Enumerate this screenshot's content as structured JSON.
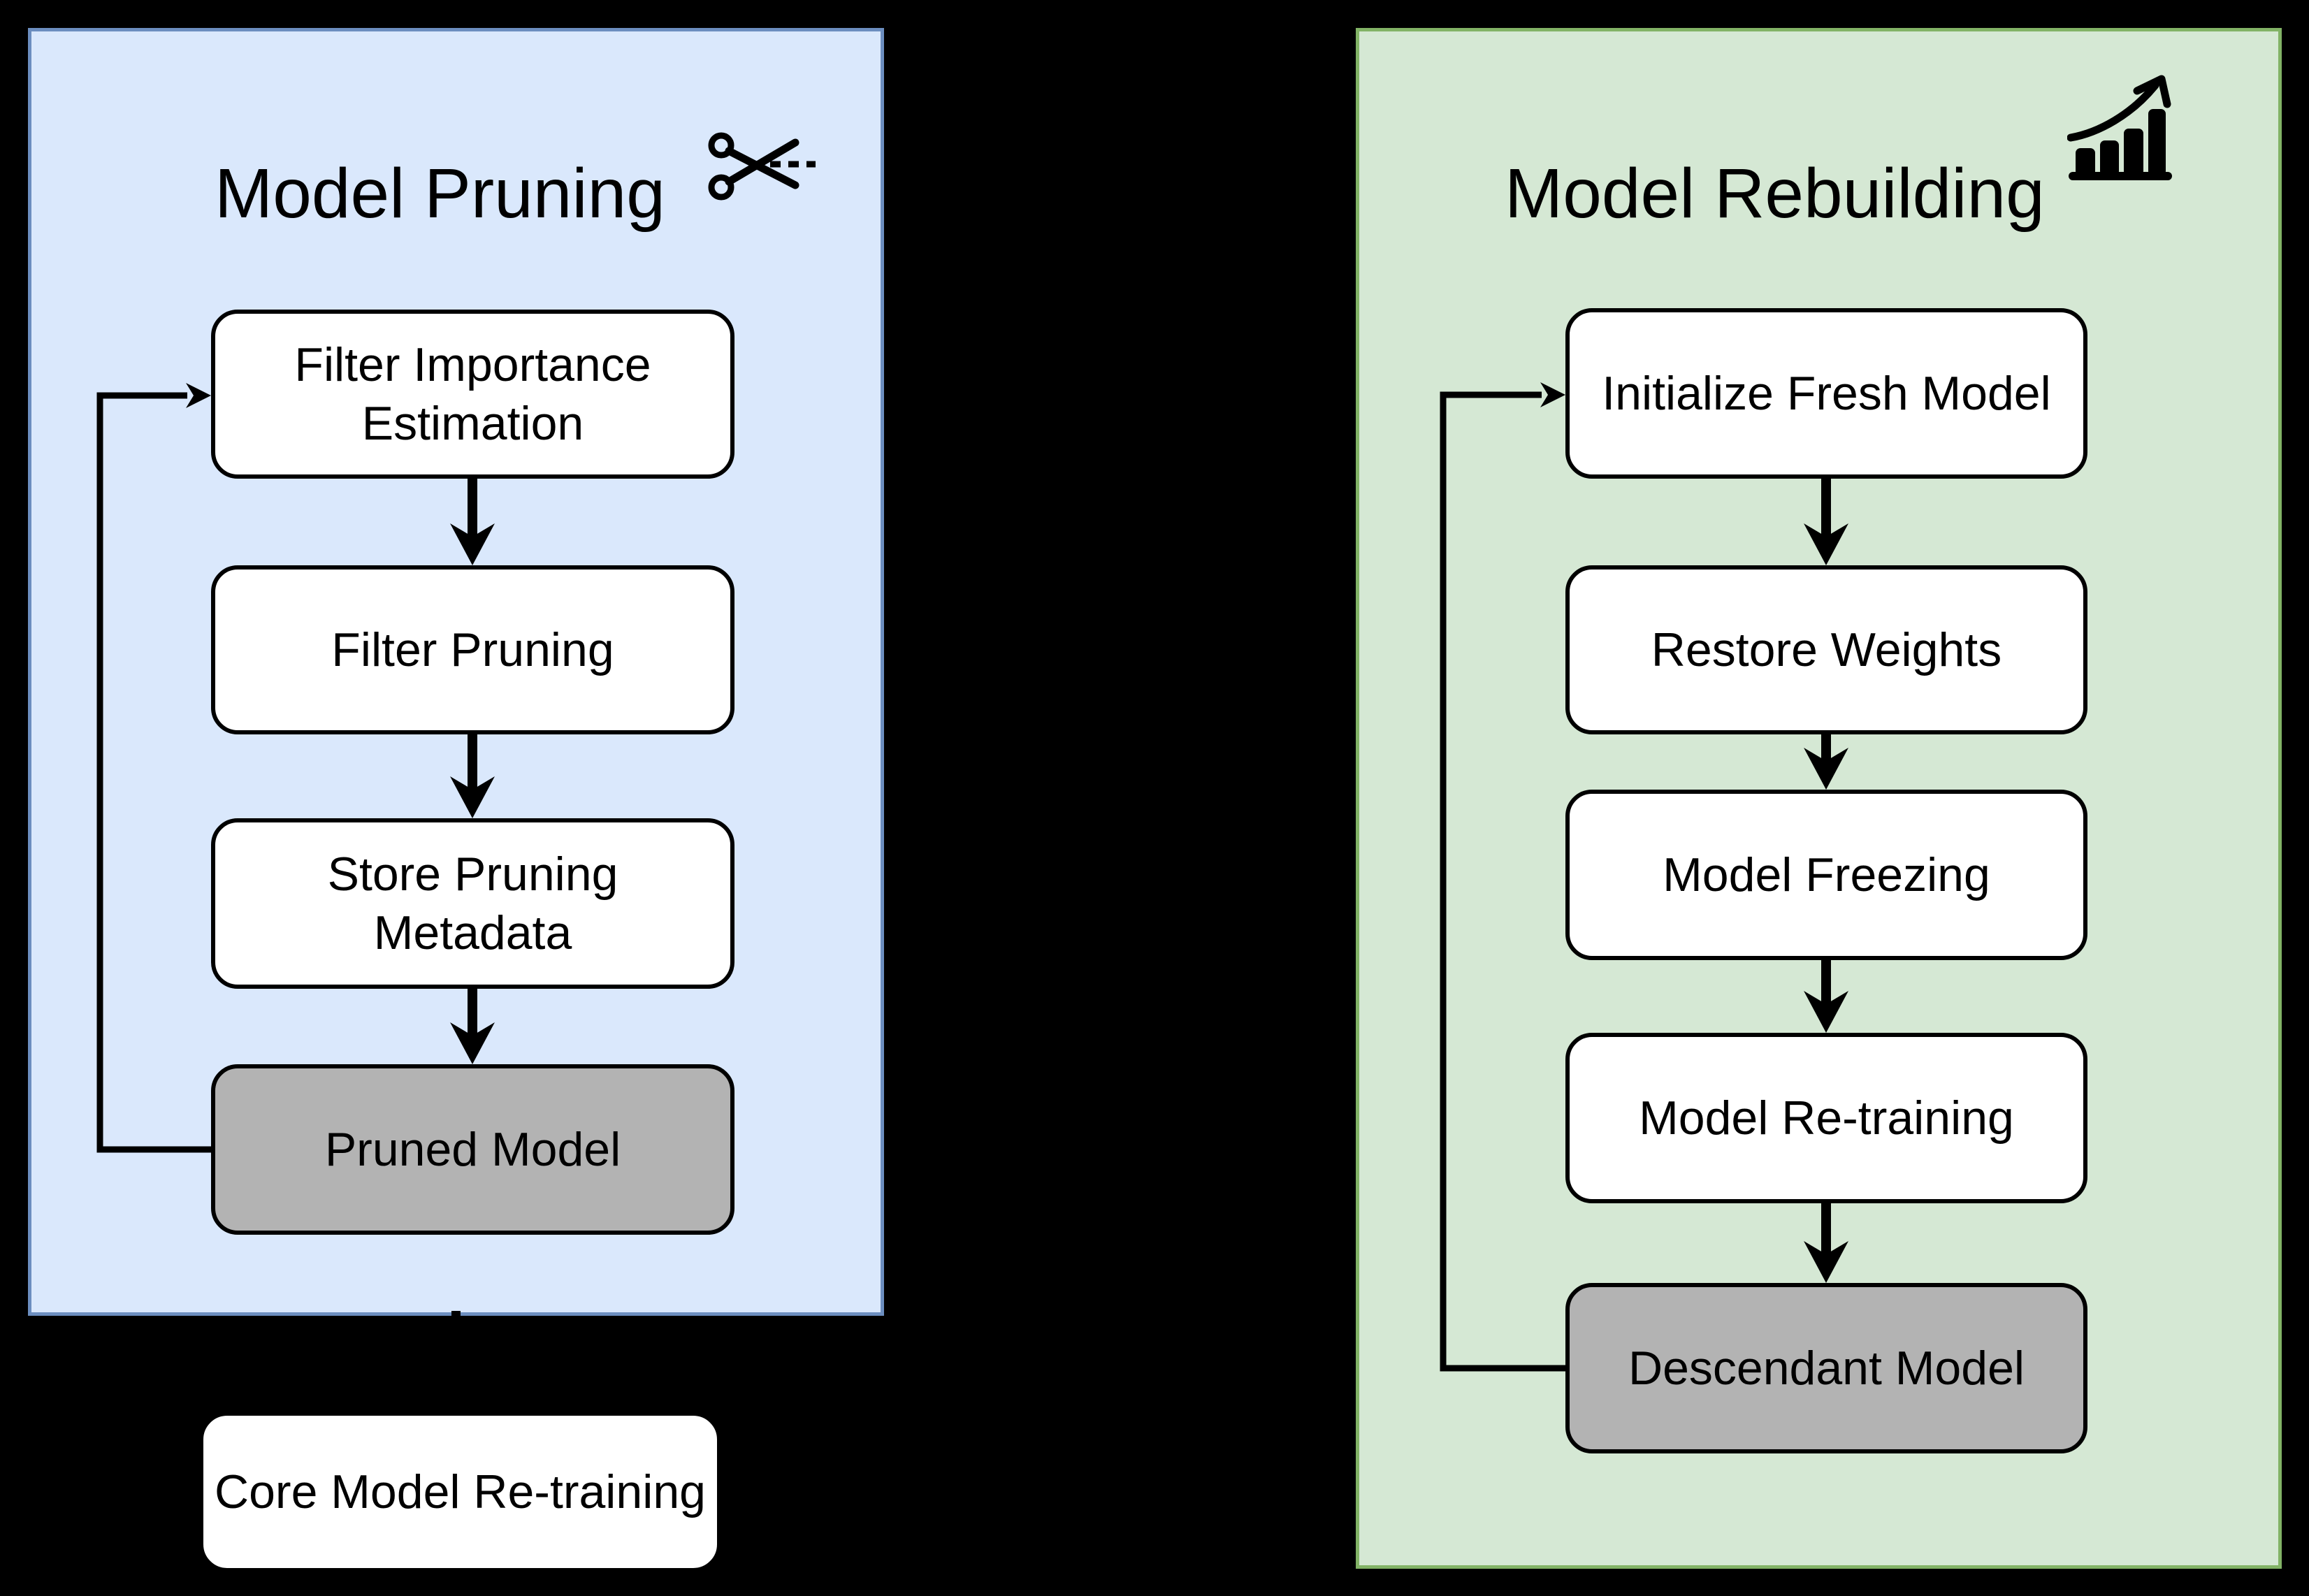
{
  "canvas": {
    "background": "#000000"
  },
  "pruning_panel": {
    "title": "Model Pruning",
    "icon": "scissors-icon",
    "fill": "#dae8fc",
    "border_color": "#6c8ebf",
    "steps": [
      "Filter Importance Estimation",
      "Filter Pruning",
      "Store Pruning Metadata"
    ],
    "output": "Pruned Model"
  },
  "rebuilding_panel": {
    "title": "Model Rebuilding",
    "icon": "growth-chart-icon",
    "fill": "#d5e8d4",
    "border_color": "#82b366",
    "steps": [
      "Initialize Fresh Model",
      "Restore Weights",
      "Model Freezing",
      "Model Re-training"
    ],
    "output": "Descendant Model"
  },
  "external": {
    "core_retraining": "Core Model Re-training"
  },
  "node_colors": {
    "step_fill": "#ffffff",
    "output_fill": "#b3b3b3",
    "outline": "#000000",
    "arrow": "#000000"
  }
}
